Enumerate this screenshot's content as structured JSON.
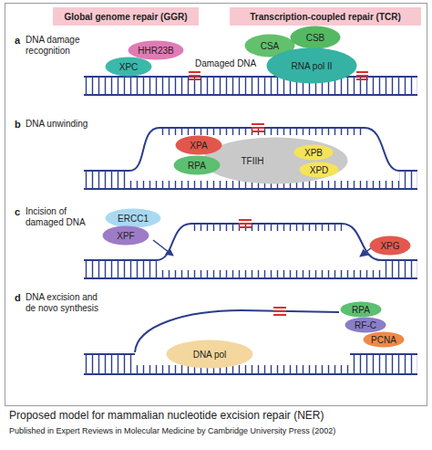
{
  "diagram": {
    "caption": "Proposed model for mammalian nucleotide excision repair (NER)",
    "nodes": [
      {
        "text": [
          "Global genome repair (GGR)"
        ]
      },
      {
        "text": [
          "Transcription-coupled repair (TCR)"
        ]
      },
      {
        "text": [
          "HHR23B"
        ]
      },
      {
        "text": [
          "XPC"
        ]
      },
      {
        "text": [
          "CSA"
        ]
      },
      {
        "text": [
          "CSB"
        ]
      },
      {
        "text": [
          "RNA pol II"
        ]
      },
      {
        "text": [
          "XPA"
        ]
      },
      {
        "text": [
          "RPA"
        ]
      },
      {
        "text": [
          "TFIIH"
        ]
      },
      {
        "text": [
          "XPB"
        ],
        "in": 9
      },
      {
        "text": [
          "XPD"
        ],
        "in": 9
      },
      {
        "text": [
          "ERCC1"
        ]
      },
      {
        "text": [
          "XPF"
        ]
      },
      {
        "text": [
          "XPG"
        ]
      },
      {
        "text": [
          "RPA"
        ]
      },
      {
        "text": [
          "RF-C"
        ]
      },
      {
        "text": [
          "PCNA"
        ]
      },
      {
        "text": [
          "DNA pol"
        ]
      }
    ],
    "labels": [
      "a",
      "DNA damage recognition",
      "Damaged DNA",
      "b",
      "DNA unwinding",
      "c",
      "Incision of damaged DNA",
      "d",
      "DNA excision and de novo synthesis",
      "Published in Expert Reviews in Molecular Medicine by Cambridge University Press (2002)"
    ]
  }
}
